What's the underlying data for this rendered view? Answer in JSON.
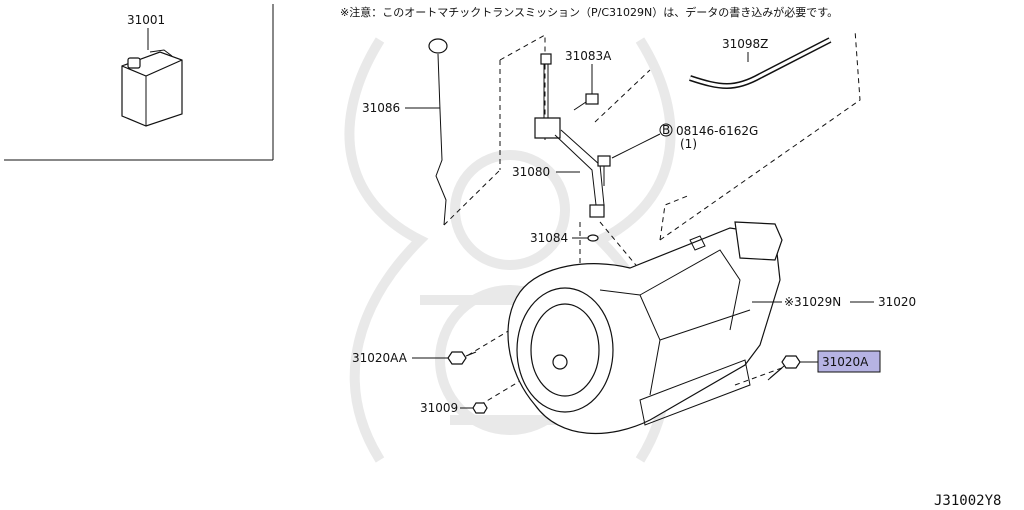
{
  "note": "※注意：このオートマチックトランスミッション（P/C31029N）は、データの書き込みが必要です。",
  "diagram_code": "J31002Y8",
  "highlight_color": "#b6b3e3",
  "parts": {
    "p31001": "31001",
    "p31086": "31086",
    "p31083a": "31083A",
    "p31098z": "31098Z",
    "bolt_b": "08146-6162G",
    "bolt_b_qty": "(1)",
    "bolt_b_marker": "B",
    "p31080": "31080",
    "p31084": "31084",
    "p31029n": "※31029N",
    "p31020": "31020",
    "p31020aa": "31020AA",
    "p31020a": "31020A",
    "p31009": "31009"
  }
}
